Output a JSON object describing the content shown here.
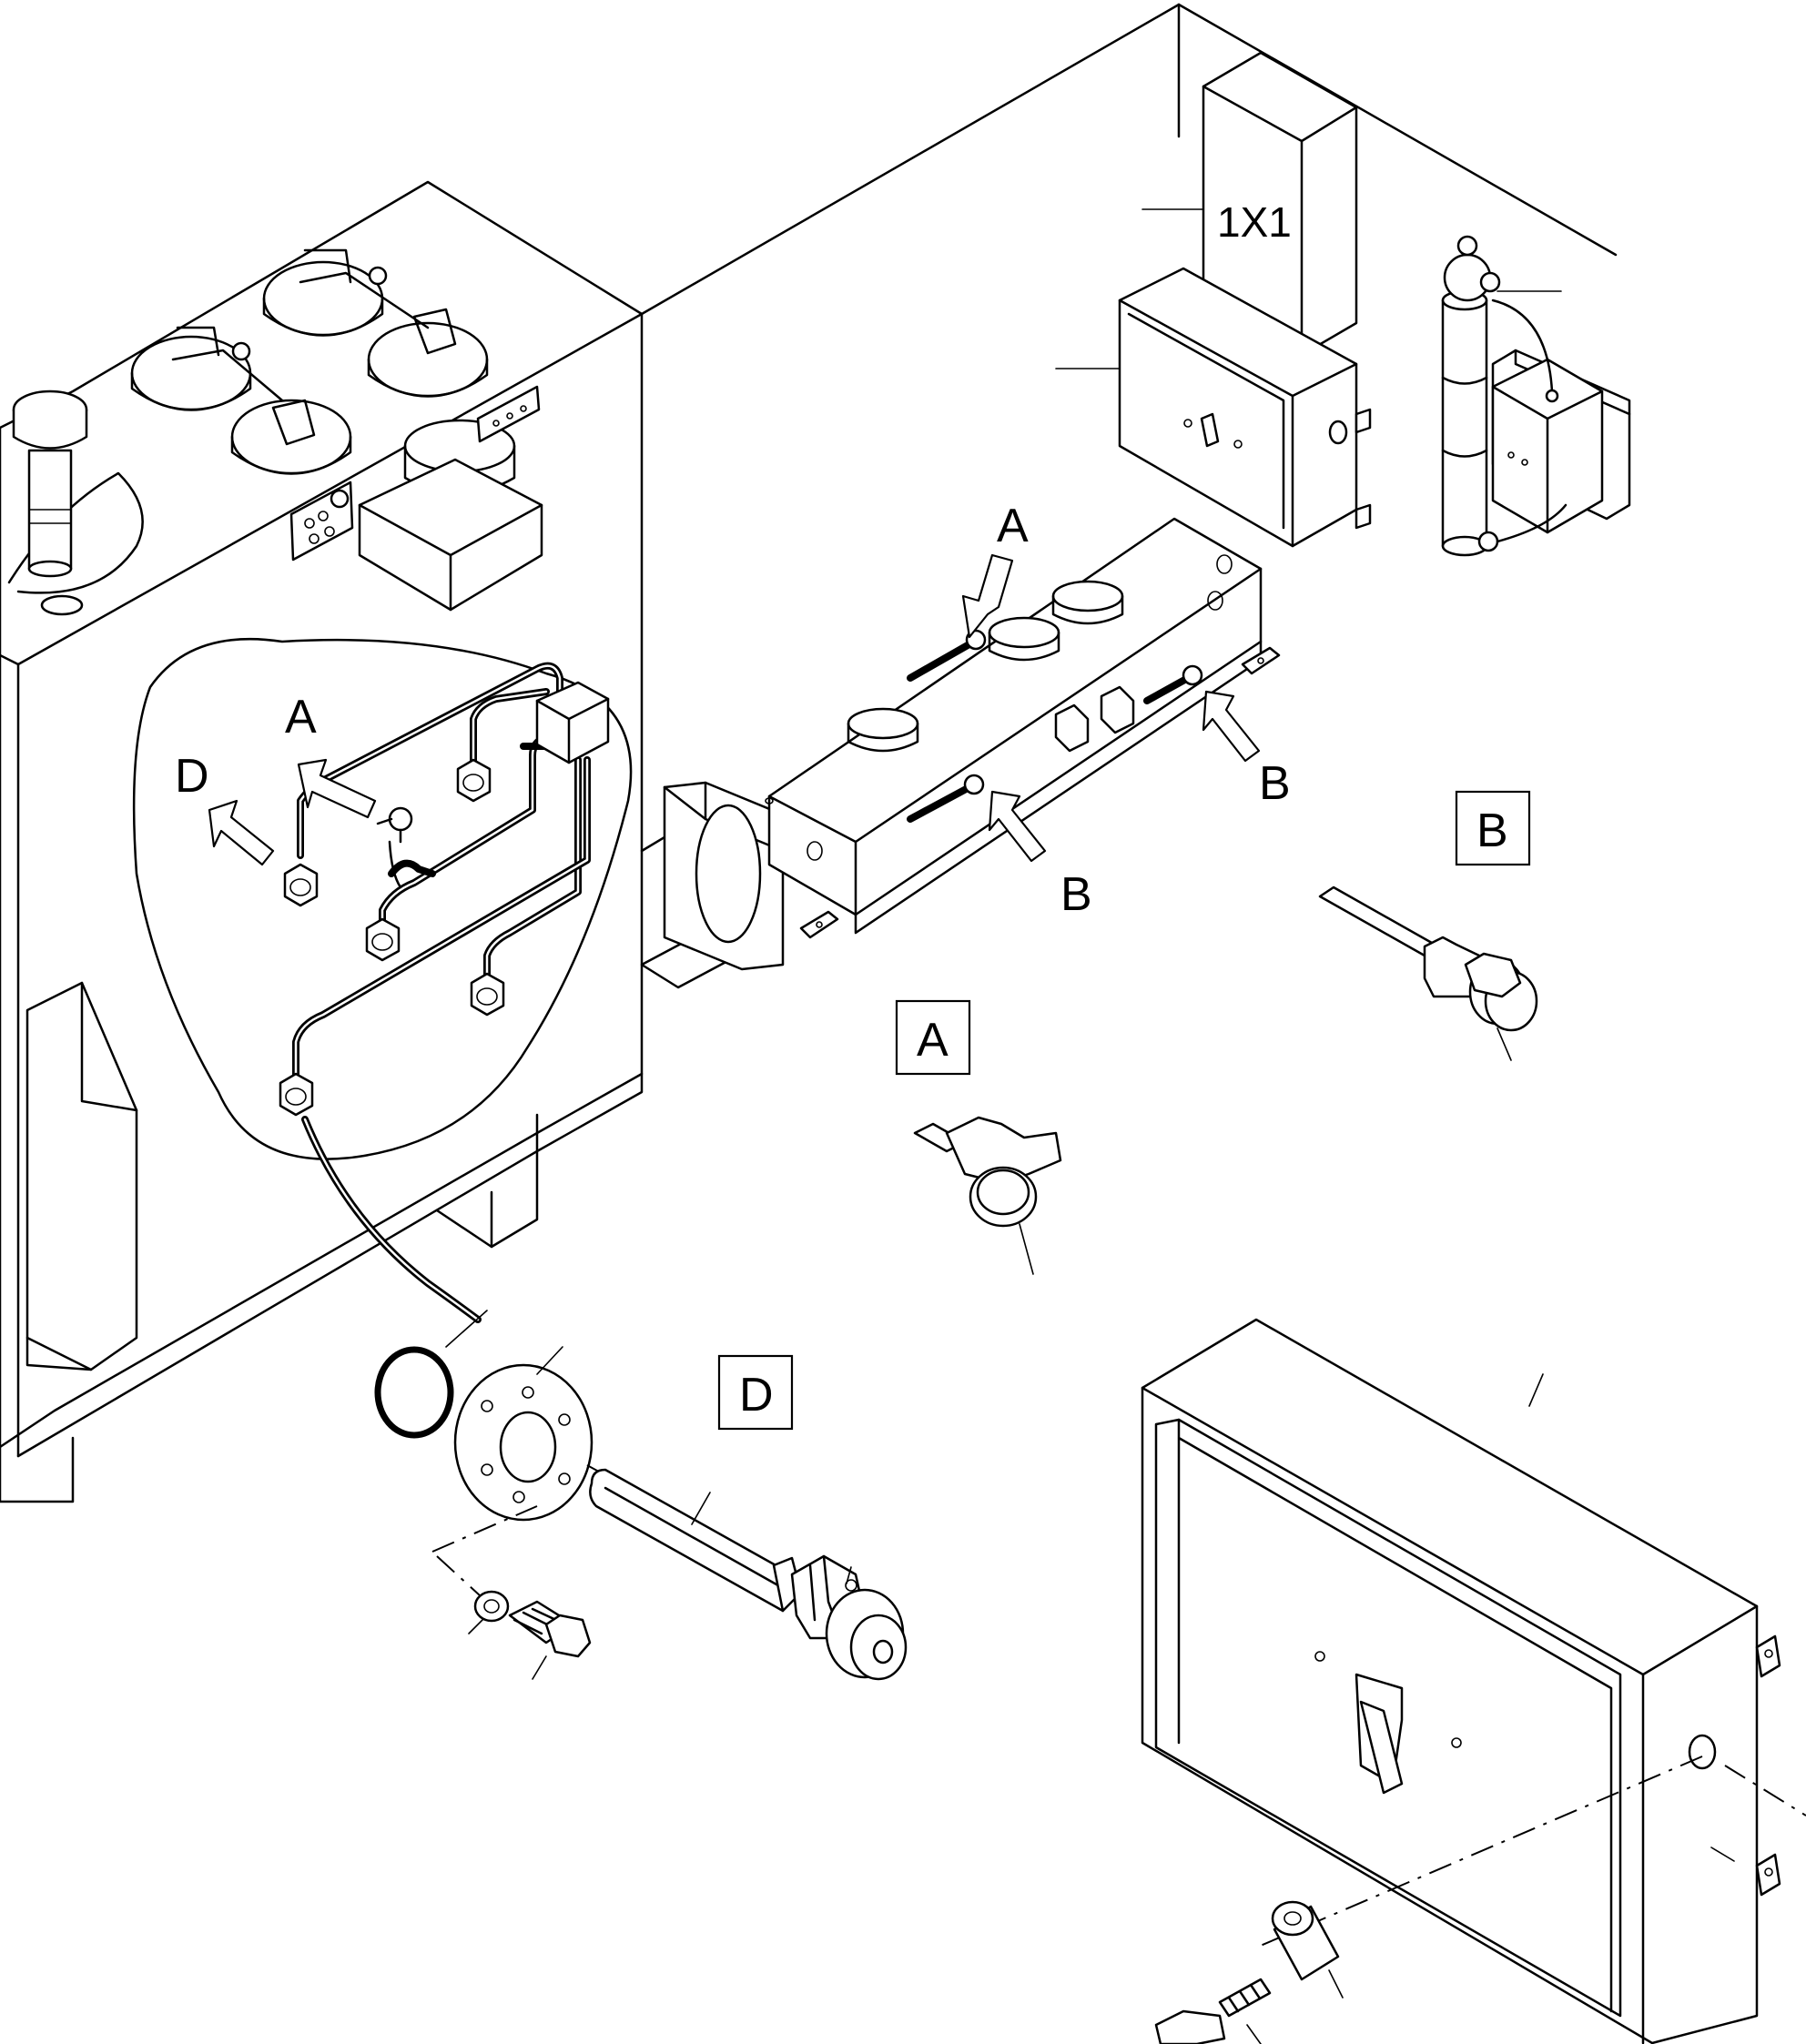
{
  "diagram": {
    "component_tag": "1X1",
    "callouts": {
      "a_top": "A",
      "a_left": "A",
      "d_left": "D",
      "b_right": "B",
      "b_bottom": "B"
    },
    "detail_labels": {
      "a": "A",
      "b": "B",
      "d": "D"
    }
  }
}
